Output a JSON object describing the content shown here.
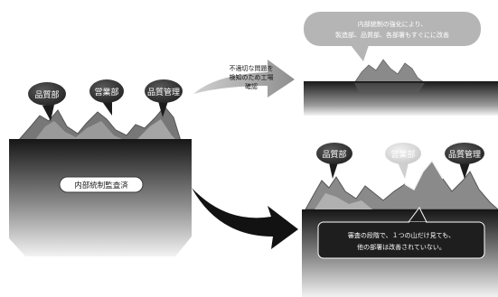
{
  "left_panel": {
    "bubbles": [
      "品質部",
      "営業部",
      "品質管理"
    ],
    "center_label": "内部統制監査済"
  },
  "top_arrow": {
    "lines": [
      "不適切な問題を",
      "検知のため工場",
      "確認"
    ]
  },
  "top_right": {
    "callout_lines": [
      "内部統制の強化により、",
      "製造部、品質部、各部署もすぐにに改善"
    ]
  },
  "bottom_right": {
    "bubbles": [
      "品質部",
      "営業部",
      "品質管理"
    ],
    "callout_lines": [
      "審査の段階で、１つの山だけ見ても、",
      "他の部署は改善されていない。"
    ]
  }
}
